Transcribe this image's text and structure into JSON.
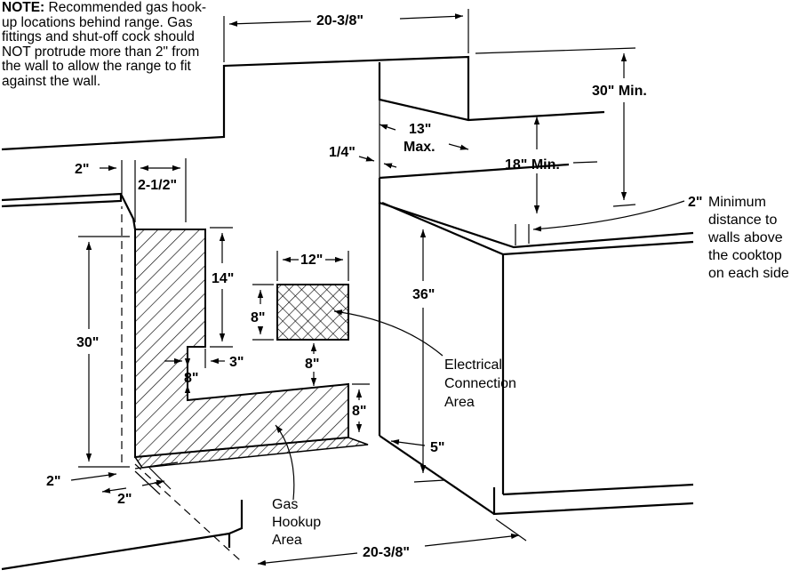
{
  "note": {
    "heading": "NOTE:",
    "text": "Recommended gas hook-up locations behind range. Gas fittings and shut-off cock should NOT protrude more than 2\" from the wall to allow the range to fit against the wall."
  },
  "dimensions": {
    "top_width": "20-3/8\"",
    "cabinet_height": "30\" Min.",
    "cabinet_depth_line1": "13\"",
    "cabinet_depth_line2": "Max.",
    "quarter_inch": "1/4\"",
    "clearance_height": "18\" Min.",
    "side_clearance": "2\"",
    "side_clearance_text": [
      "Minimum",
      "distance to",
      "walls above",
      "the cooktop",
      "on each side"
    ],
    "left_two": "2\"",
    "left_two_half": "2-1/2\"",
    "fourteen": "14\"",
    "thirty": "30\"",
    "three": "3\"",
    "eight_left": "8\"",
    "twelve": "12\"",
    "eight_box": "8\"",
    "eight_gap": "8\"",
    "eight_right": "8\"",
    "counter_height": "36\"",
    "five": "5\"",
    "bottom_two_left": "2\"",
    "bottom_two": "2\"",
    "bottom_width": "20-3/8\""
  },
  "labels": {
    "electrical": [
      "Electrical",
      "Connection",
      "Area"
    ],
    "gas": [
      "Gas",
      "Hookup",
      "Area"
    ]
  }
}
